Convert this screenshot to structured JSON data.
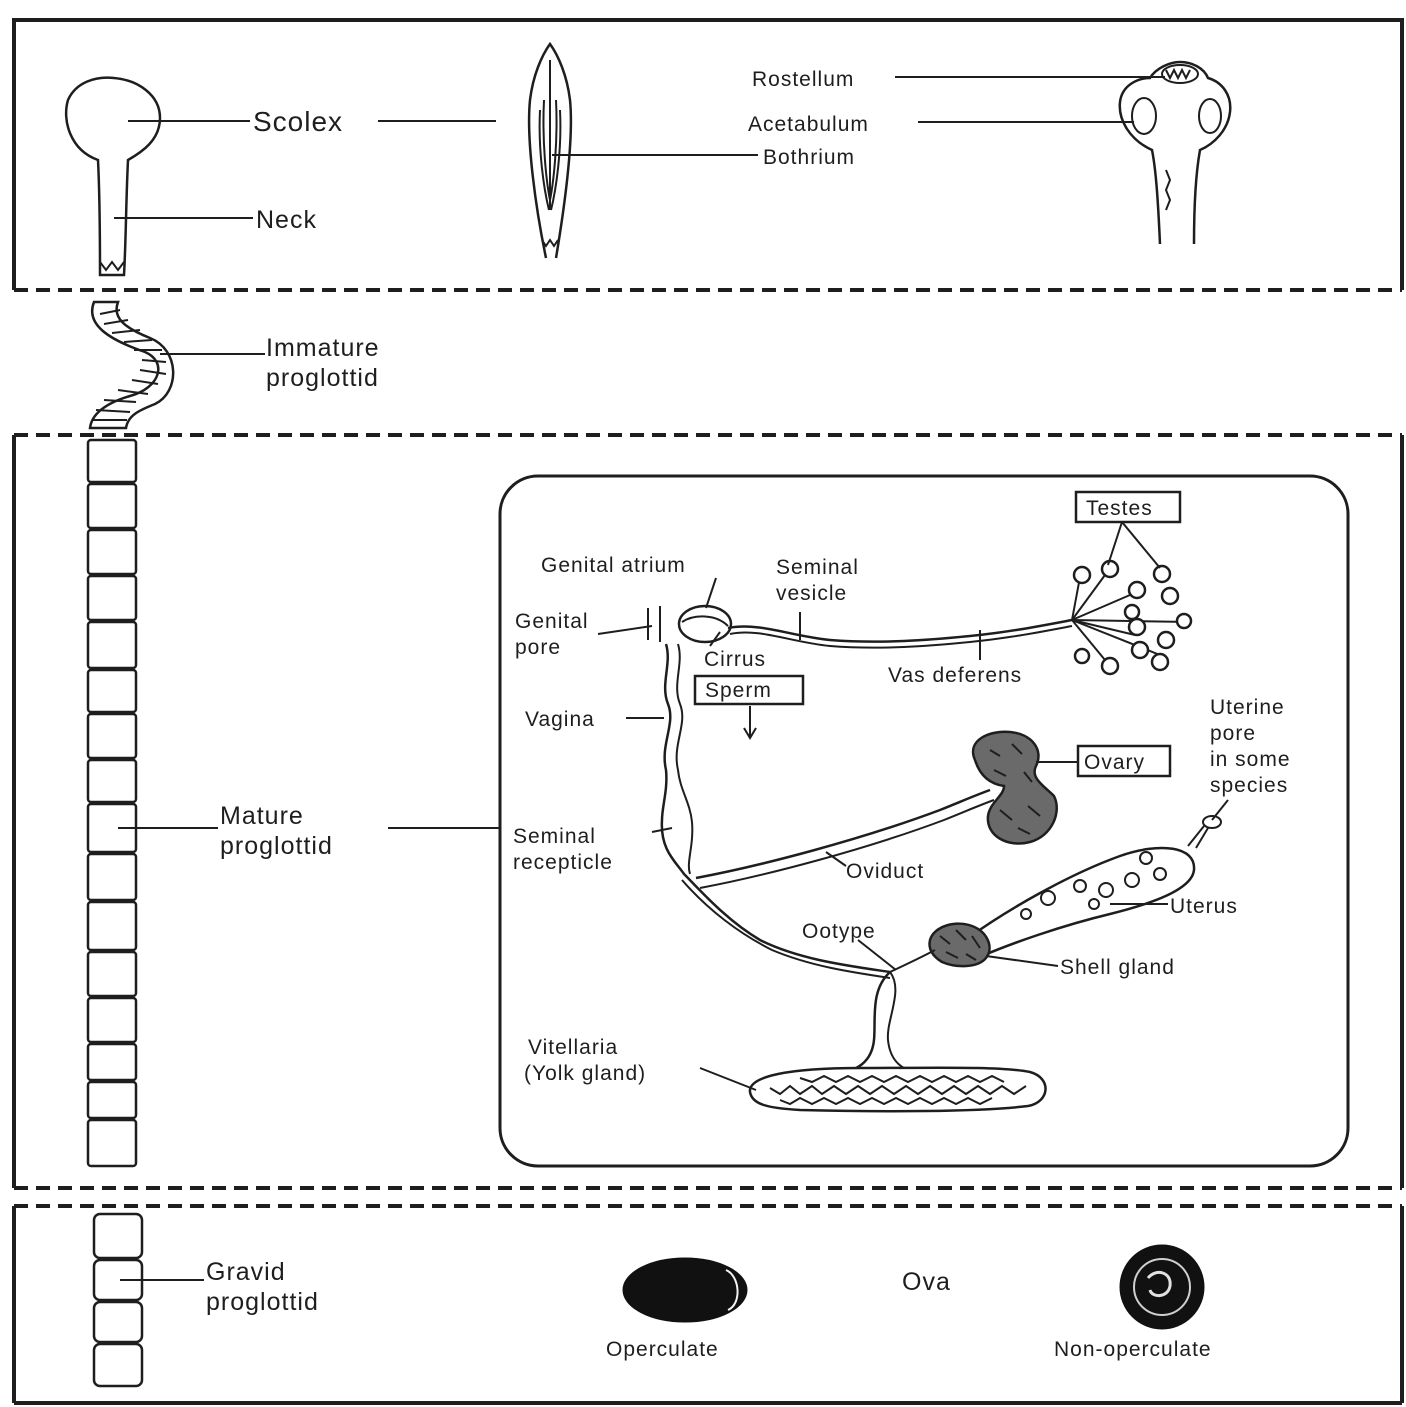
{
  "labels": {
    "scolex": "Scolex",
    "neck": "Neck",
    "rostellum": "Rostellum",
    "acetabulum": "Acetabulum",
    "bothrium": "Bothrium",
    "immature_line1": "Immature",
    "immature_line2": "proglottid",
    "mature_line1": "Mature",
    "mature_line2": "proglottid",
    "gravid_line1": "Gravid",
    "gravid_line2": "proglottid",
    "ova": "Ova",
    "operculate": "Operculate",
    "non_operculate": "Non-operculate"
  },
  "inset": {
    "testes": "Testes",
    "genital_atrium": "Genital atrium",
    "seminal_vesicle_line1": "Seminal",
    "seminal_vesicle_line2": "vesicle",
    "genital_pore_line1": "Genital",
    "genital_pore_line2": "pore",
    "cirrus": "Cirrus",
    "vas_deferens": "Vas deferens",
    "sperm": "Sperm",
    "vagina": "Vagina",
    "uterine_pore_line1": "Uterine",
    "uterine_pore_line2": "pore",
    "uterine_pore_line3": "in some",
    "uterine_pore_line4": "species",
    "ovary": "Ovary",
    "seminal_receptacle_line1": "Seminal",
    "seminal_receptacle_line2": "recepticle",
    "oviduct": "Oviduct",
    "uterus": "Uterus",
    "ootype": "Ootype",
    "shell_gland": "Shell gland",
    "vitellaria_line1": "Vitellaria",
    "vitellaria_line2": "(Yolk gland)"
  }
}
